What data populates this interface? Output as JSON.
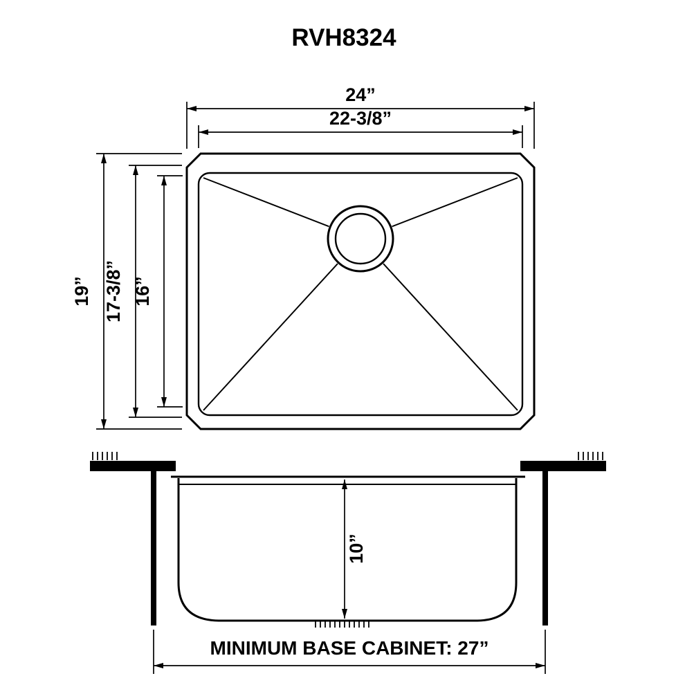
{
  "title": "RVH8324",
  "top_view": {
    "outer_width": "24”",
    "inner_width": "22-3/8”",
    "outer_height": "19”",
    "mid_height": "17-3/8”",
    "inner_height": "16”"
  },
  "side_view": {
    "depth": "10”"
  },
  "footer": {
    "base_cabinet": "MINIMUM BASE CABINET: 27”"
  }
}
